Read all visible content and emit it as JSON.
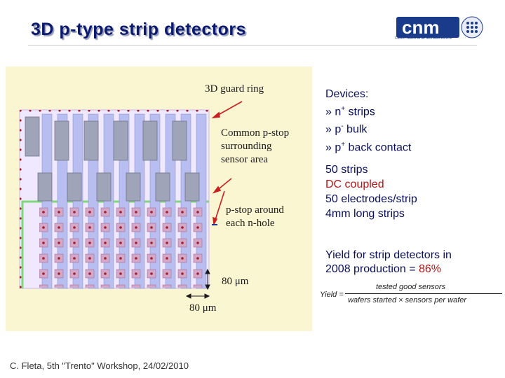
{
  "title": "3D p-type strip detectors",
  "logo": {
    "name": "cnm",
    "subtitle": "Centro Nacional de Microelectrónica"
  },
  "figure": {
    "labels": {
      "guard_ring": "3D guard ring",
      "pstop_common": [
        "Common p-stop",
        "surrounding",
        "sensor area"
      ],
      "pstop_hole": [
        "p-stop around",
        "each n-hole"
      ],
      "pitch_vertical": "80 μm",
      "pitch_horizontal": "80 μm"
    }
  },
  "devices": {
    "heading": "Devices:",
    "items": [
      {
        "prefix": "» n",
        "sup": "+",
        "rest": " strips"
      },
      {
        "prefix": "» p",
        "sup": "-",
        "rest": " bulk"
      },
      {
        "prefix": "» p",
        "sup": "+",
        "rest": " back contact"
      }
    ]
  },
  "strips_info": {
    "line1": "50 strips",
    "line2": "DC coupled",
    "line3": "50 electrodes/strip",
    "line4": "4mm long strips"
  },
  "yield": {
    "line1": "Yield for strip detectors in",
    "line2_prefix": "2008 production = ",
    "line2_value": "86%"
  },
  "formula": {
    "lhs": "Yield =",
    "numerator": "tested good sensors",
    "denominator": "wafers started × sensors per wafer"
  },
  "footer": "C. Fleta, 5th \"Trento\" Workshop, 24/02/2010",
  "colors": {
    "title": "#0b1a6e",
    "text_blue": "#0a0f5c",
    "accent_red": "#b51414",
    "figure_bg": "#fbf6d2"
  }
}
